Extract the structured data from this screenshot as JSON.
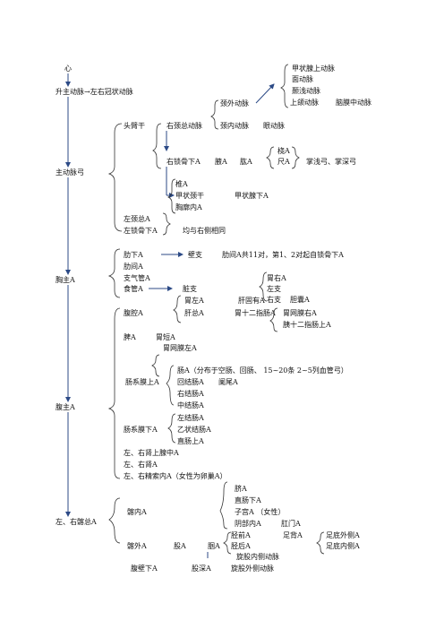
{
  "nodes": {
    "heart": "心",
    "ascending_aorta": "升主动脉→左右冠状动脉",
    "aortic_arch": "主动脉弓",
    "thoracic_aorta": "胸主A",
    "abdominal_aorta": "腹主A",
    "common_iliac": "左、右髂总A",
    "brachiocephalic": "头臂干",
    "right_common_carotid": "右颈总动脉",
    "external_carotid": "颈外动脉",
    "internal_carotid": "颈内动脉",
    "ophthalmic": "眼动脉",
    "superior_thyroid": "甲状腺上动脉",
    "facial": "面动脉",
    "superficial_temporal": "颞浅动脉",
    "maxillary": "上颌动脉",
    "middle_meningeal": "脑膜中动脉",
    "right_subclavian": "右锁骨下A",
    "axillary": "腋A",
    "brachial": "肱A",
    "radial": "桡A",
    "ulnar": "尺A",
    "palmar_arches": "掌浅弓、掌深弓",
    "vertebral": "椎A",
    "thyrocervical": "甲状颈干",
    "inferior_thyroid": "甲状腺下A",
    "internal_thoracic": "胸廓内A",
    "left_common_carotid": "左颈总A",
    "left_subclavian": "左锁骨下A",
    "same_as_right": "均与右侧相同",
    "subcostal": "肋下A",
    "parietal_branch": "壁支",
    "intercostal": "肋间A共11对，第1、2对起自锁骨下A",
    "phrenic": "肋间A",
    "bronchial": "支气管A",
    "esophageal": "食管A",
    "visceral_branch": "脏支",
    "stomach_right": "胃右A",
    "left_branch": "左支",
    "right_branch": "右支",
    "cystic": "胆囊A",
    "celiac": "腹腔A",
    "left_gastric": "胃左A",
    "common_hepatic": "肝总A",
    "proper_hepatic": "肝固有A",
    "gastroduodenal": "胃十二指肠A",
    "right_gastroepiploic": "胃网膜右A",
    "superior_pancreaticoduodenal": "胰十二指肠上A",
    "splenic": "脾A",
    "short_gastric": "胃短A",
    "left_gastroepiploic": "胃网膜左A",
    "superior_mesenteric": "肠系膜上A",
    "jejunal_ileal": "肠A（分布于空肠、回肠、 15~20条 2~5列血管弓）",
    "ileocolic": "回结肠A",
    "appendicular": "阑尾A",
    "right_colic": "右结肠A",
    "middle_colic": "中结肠A",
    "inferior_mesenteric": "肠系膜下A",
    "left_colic": "左结肠A",
    "sigmoid": "乙状结肠A",
    "superior_rectal": "直肠上A",
    "middle_suprarenal": "左、右肾上腺中A",
    "renal": "左、右肾A",
    "testicular": "左、右精索内A（女性为卵巢A）",
    "internal_iliac": "髂内A",
    "umbilical": "脐A",
    "inferior_rectal": "直肠下A",
    "uterine": "子宫A （女性）",
    "internal_pudendal": "阴部内A",
    "anal": "肛门A",
    "external_iliac": "髂外A",
    "femoral": "股A",
    "popliteal": "腘A",
    "anterior_tibial": "胫前A",
    "dorsalis_pedis": "足背A",
    "lateral_plantar": "足底外侧A",
    "posterior_tibial": "胫后A",
    "medial_plantar": "足底内侧A",
    "medial_circumflex": "旋股内侧动脉",
    "inferior_epigastric": "腹壁下A",
    "deep_femoral": "股深A",
    "lateral_circumflex": "旋股外侧动脉"
  }
}
